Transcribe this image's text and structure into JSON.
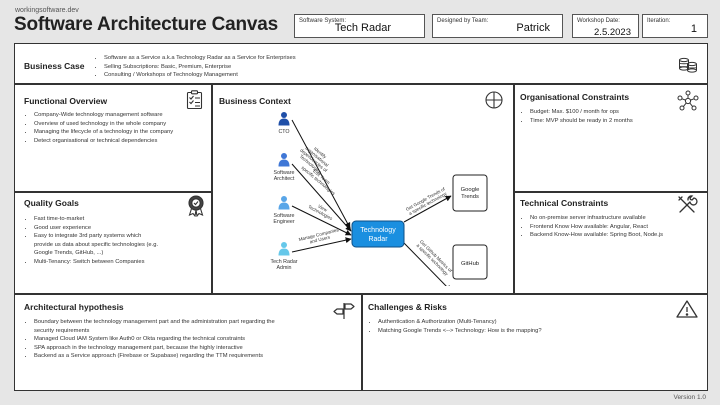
{
  "brand": "workingsoftware.dev",
  "title": "Software Architecture Canvas",
  "meta": {
    "system_label": "Software System:",
    "system_value": "Tech Radar",
    "team_label": "Designed by Team:",
    "team_value": "Patrick",
    "date_label": "Workshop Date:",
    "date_value": "2.5.2023",
    "iteration_label": "Iteration:",
    "iteration_value": "1"
  },
  "business_case": {
    "title": "Business Case",
    "items": [
      "Software as a Service a.k.a Technology Radar as a Service for Enterprises",
      "Selling Subscriptions: Basic, Premium, Enterprise",
      "Consulting / Workshops of Technology Management"
    ],
    "icon": "coins-icon"
  },
  "functional_overview": {
    "title": "Functional Overview",
    "items": [
      "Company-Wide technology management software",
      "Overview of used technology in the whole company",
      "Managing the lifecycle of a technology in the company",
      "Detect organisational or technical dependencies"
    ],
    "icon": "checklist-icon"
  },
  "quality_goals": {
    "title": "Quality Goals",
    "items": [
      "Fast time-to-market",
      "Good user experience",
      "Easy to integrate 3rd party systems which",
      "provide us data about specific technologies (e.g.",
      "Google Trends, GitHub, ...)",
      "Multi-Tenancy: Switch between Companies"
    ],
    "icon": "award-icon"
  },
  "business_context": {
    "title": "Business Context",
    "icon": "crosshair-icon",
    "center_lines": [
      "Technology",
      "Radar"
    ],
    "actors": [
      {
        "lines": [
          "CTO"
        ],
        "color": "#1f4fa8"
      },
      {
        "lines": [
          "Software",
          "Architect"
        ],
        "color": "#3f77d6"
      },
      {
        "lines": [
          "Software",
          "Engineer"
        ],
        "color": "#59a6e8"
      },
      {
        "lines": [
          "Tech Radar",
          "Admin"
        ],
        "color": "#66c8ea"
      }
    ],
    "actor_flows": [
      [
        "Identify",
        "organisational",
        "dependencies of",
        "Technologies"
      ],
      [
        "Edit Team",
        "specific technologies"
      ],
      [
        "View",
        "Technologies"
      ],
      [
        "Manage Companies",
        "and Users"
      ]
    ],
    "externals": [
      {
        "lines": [
          "Google",
          "Trends"
        ],
        "flow": [
          "Get Google Trends of",
          "a specific technology"
        ]
      },
      {
        "lines": [
          "GitHub"
        ],
        "flow": [
          "Get Github Metrics of",
          "a specific technology"
        ]
      }
    ]
  },
  "organisational_constraints": {
    "title": "Organisational Constraints",
    "items": [
      "Budget: Max. $100 / month for ops",
      "Time: MVP should be ready in 2 months"
    ],
    "icon": "network-icon"
  },
  "technical_constraints": {
    "title": "Technical Constraints",
    "items": [
      "No on-premise server infrastructure available",
      "Frontend Know How available: Angular, React",
      "Backend Know-How available: Spring Boot, Node.js"
    ],
    "icon": "tools-icon"
  },
  "architectural_hypothesis": {
    "title": "Architectural hypothesis",
    "items": [
      "Boundary between the technology management part and the administration part regarding the",
      "security requirements",
      "Managed Cloud IAM System like Auth0 or Okta regarding the technical constraints",
      "SPA approach in the technology management part, because the  highly interactive",
      "Backend as a Service approach (Firebase or Supabase) regarding the TTM requirements"
    ],
    "icon": "signpost-icon"
  },
  "challenges_risks": {
    "title": "Challenges & Risks",
    "items": [
      "Authentication & Authorization (Multi-Tenancy)",
      "Matching Google Trends <--> Technology: How is the mapping?"
    ],
    "icon": "warning-icon"
  },
  "version": "Version 1.0"
}
